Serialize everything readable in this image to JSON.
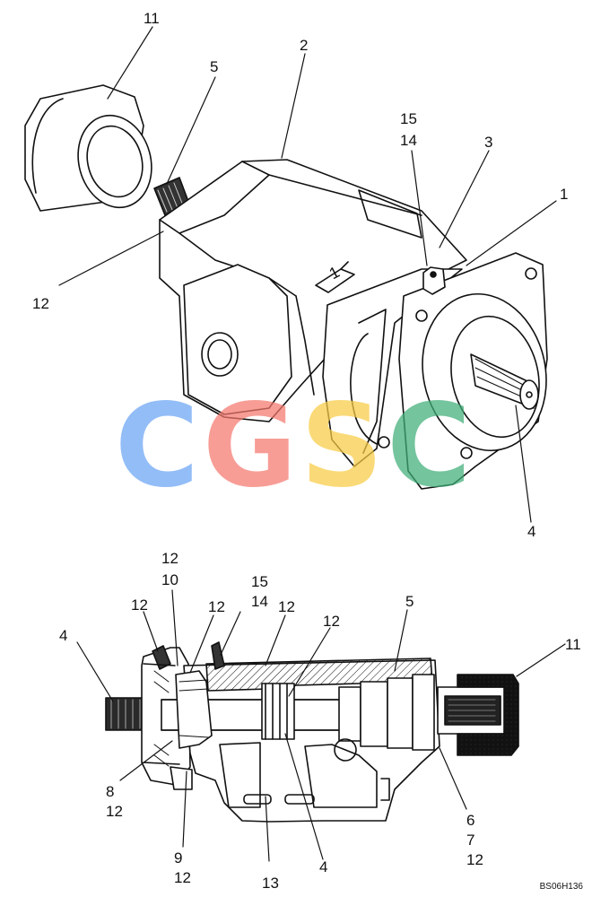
{
  "figure": {
    "reference_code": "BS06H136",
    "watermark_letters": [
      {
        "char": "C",
        "color": "#6aa4f5"
      },
      {
        "char": "G",
        "color": "#f4786e"
      },
      {
        "char": "S",
        "color": "#f9cd45"
      },
      {
        "char": "C",
        "color": "#3fae78"
      }
    ]
  },
  "top_view": {
    "direction_mark": "1",
    "callouts": {
      "c11": "11",
      "c5": "5",
      "c2": "2",
      "c15": "15",
      "c14": "14",
      "c3": "3",
      "c1": "1",
      "c12": "12",
      "c4": "4"
    }
  },
  "section_view": {
    "callouts": {
      "c12a": "12",
      "c10": "10",
      "c15": "15",
      "c14": "14",
      "c12b": "12",
      "c12c": "12",
      "c12d": "12",
      "c12e": "12",
      "c5": "5",
      "c4a": "4",
      "c11": "11",
      "c8": "8",
      "c12f": "12",
      "c9": "9",
      "c12g": "12",
      "c13": "13",
      "c4b": "4",
      "c6": "6",
      "c7": "7",
      "c12h": "12"
    }
  }
}
